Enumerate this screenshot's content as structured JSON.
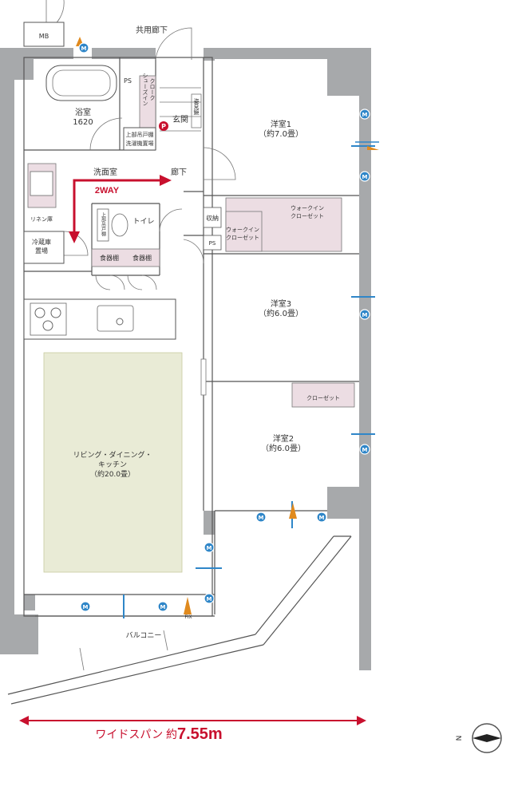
{
  "labels": {
    "mb": "MB",
    "kyoyo": "共用廊下",
    "ps1": "PS",
    "ps2": "PS",
    "shoes_closet": "シューズイン",
    "shoes_closet2": "クローク",
    "mirror": "姿見鏡",
    "genkan": "玄関",
    "bath_name": "浴室",
    "bath_size": "1620",
    "upper_cab1": "上部吊戸棚",
    "washer": "洗濯機置場",
    "senmen": "洗面室",
    "roka": "廊下",
    "two_way": "2WAY",
    "linen": "リネン庫",
    "reizoko1": "冷蔵庫",
    "reizoko2": "置場",
    "upper_cab2": "上部吊戸棚",
    "toilet": "トイレ",
    "shokki1": "食器棚",
    "shokki2": "食器棚",
    "shuno": "収納",
    "wic1_a": "ウォークイン",
    "wic1_b": "クローゼット",
    "wic2_a": "ウォークイン",
    "wic2_b": "クローゼット",
    "yoshitsu1": "洋室1",
    "yoshitsu1_size": "（約7.0畳）",
    "yoshitsu3": "洋室3",
    "yoshitsu3_size": "（約6.0畳）",
    "closet": "クローゼット",
    "yoshitsu2": "洋室2",
    "yoshitsu2_size": "（約6.0畳）",
    "ldk1": "リビング・ダイニング・",
    "ldk2": "キッチン",
    "ldk3": "（約20.0畳）",
    "balcony": "バルコニー",
    "fix": "FIX",
    "span_label": "ワイドスパン 約",
    "span_value": "7.55m",
    "north": "N",
    "m": "M",
    "p": "P"
  },
  "colors": {
    "accent_red": "#c8102e",
    "wall_gray": "#a7a9ab",
    "closet_pink": "#ecdde3",
    "ldk_floor": "#e9ebd6",
    "motor_blue": "#2f86c8",
    "vent_orange": "#e08a1e"
  }
}
